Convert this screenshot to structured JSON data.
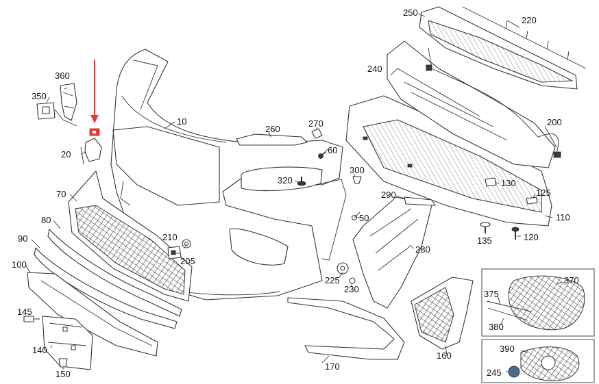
{
  "colors": {
    "line": "#333333",
    "arrow": "#e53935",
    "highlight": "#e53935",
    "inset_border": "#444444",
    "background": "#ffffff"
  },
  "callouts": {
    "c10": "10",
    "c20": "20",
    "c50": "50",
    "c60": "60",
    "c70": "70",
    "c80": "80",
    "c90": "90",
    "c100": "100",
    "c110": "110",
    "c120": "120",
    "c125": "125",
    "c130": "130",
    "c135": "135",
    "c140": "140",
    "c145": "145",
    "c150": "150",
    "c160": "160",
    "c170": "170",
    "c200": "200",
    "c205": "205",
    "c210": "210",
    "c220": "220",
    "c225": "225",
    "c230": "230",
    "c240": "240",
    "c245": "245",
    "c250": "250",
    "c260": "260",
    "c270": "270",
    "c280": "280",
    "c290": "290",
    "c300": "300",
    "c320": "320",
    "c350": "350",
    "c360": "360",
    "c370": "370",
    "c375": "375",
    "c380": "380",
    "c390": "390"
  },
  "icons": {
    "arrow": "red-down-arrow-icon",
    "highlight": "highlighted-part-icon"
  }
}
